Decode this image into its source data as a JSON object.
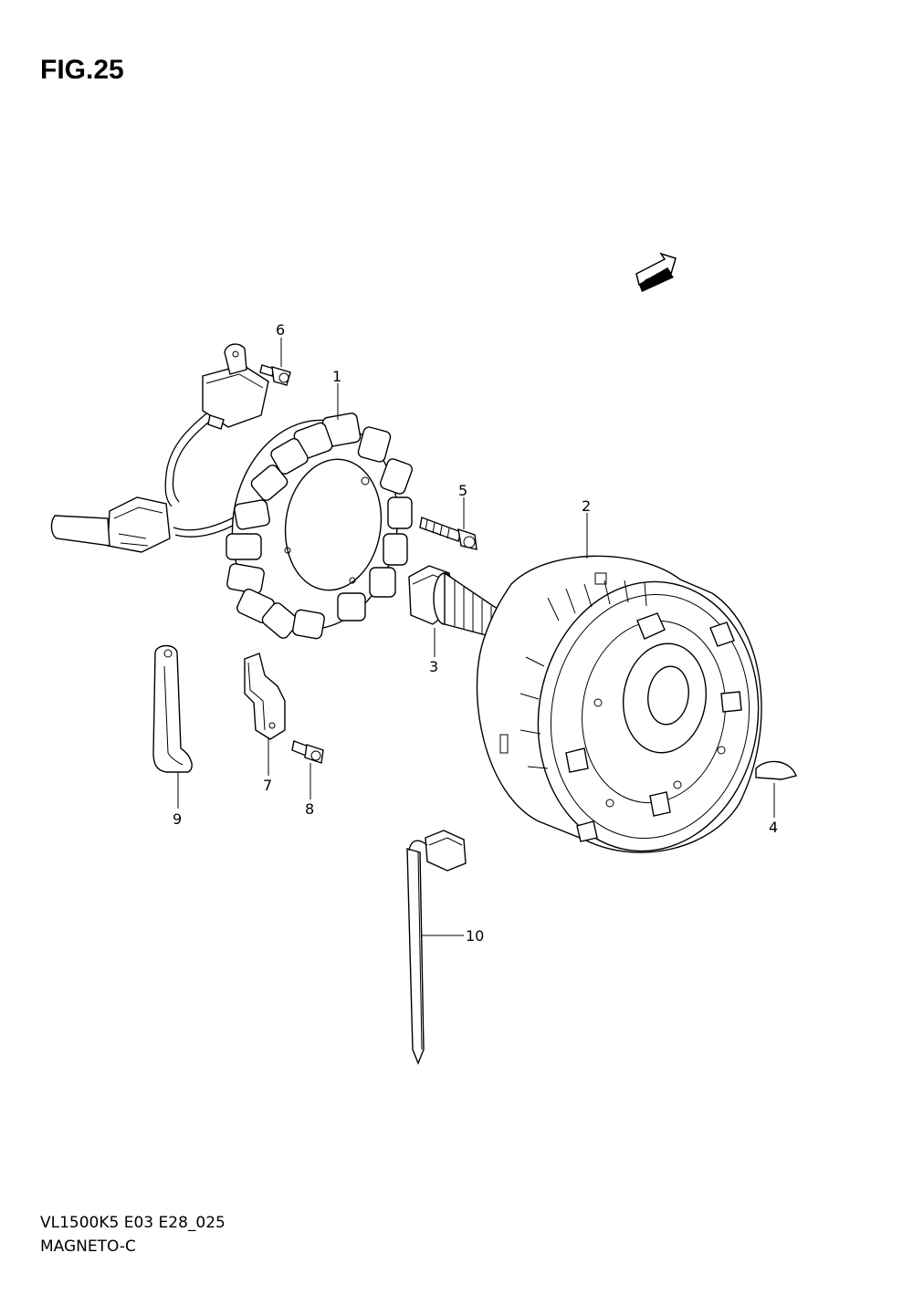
{
  "figure": {
    "title": "FIG.25",
    "direction_badge": "FWD"
  },
  "callouts": [
    {
      "id": "1",
      "label": "1"
    },
    {
      "id": "2",
      "label": "2"
    },
    {
      "id": "3",
      "label": "3"
    },
    {
      "id": "4",
      "label": "4"
    },
    {
      "id": "5",
      "label": "5"
    },
    {
      "id": "6",
      "label": "6"
    },
    {
      "id": "7",
      "label": "7"
    },
    {
      "id": "8",
      "label": "8"
    },
    {
      "id": "9",
      "label": "9"
    },
    {
      "id": "10",
      "label": "10"
    }
  ],
  "footer": {
    "model_code": "VL1500K5 E03 E28_025",
    "section_name": "MAGNETO-C"
  }
}
